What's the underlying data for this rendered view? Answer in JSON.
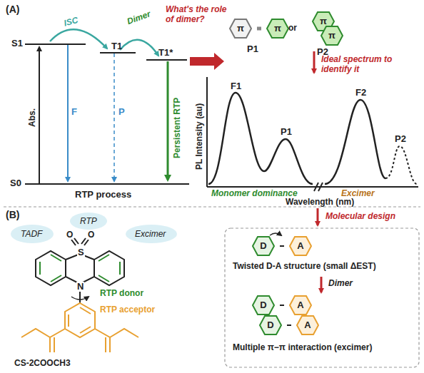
{
  "diagram": {
    "nodes": [
      {
        "text": [
          "D"
        ]
      },
      {
        "text": [
          "A"
        ]
      },
      {
        "text": [
          "D"
        ]
      },
      {
        "text": [
          "A"
        ]
      },
      {
        "text": [
          "D"
        ]
      },
      {
        "text": [
          "A"
        ]
      },
      {
        "text": [
          "π"
        ]
      },
      {
        "text": [
          "π"
        ]
      },
      {
        "text": [
          "π"
        ]
      },
      {
        "text": [
          "π"
        ]
      }
    ],
    "edges": [
      {
        "from": 0,
        "to": 1,
        "arrow": "none"
      },
      {
        "from": 2,
        "to": 3,
        "arrow": "none"
      },
      {
        "from": 4,
        "to": 5,
        "arrow": "none"
      },
      {
        "from": 6,
        "to": 7,
        "arrow": "none"
      }
    ],
    "labels": [
      "(A)",
      "S1",
      "ISC",
      "Dimer",
      "T1",
      "T1*",
      "Abs.",
      "F",
      "P",
      "Persistent RTP",
      "S0",
      "RTP process",
      "What's the role of dimer?",
      "or",
      "P1",
      "P2",
      "Ideal spectrum to identify it",
      "PL Intensity (au)",
      "F1",
      "P1",
      "F2",
      "P2",
      "Monomer dominance",
      "Wavelength (nm)",
      "Excimer",
      "(B)",
      "Molecular design",
      "TADF",
      "RTP",
      "Excimer",
      "S",
      "O",
      "O",
      "N",
      "RTP donor",
      "RTP acceptor",
      "CS-2COOCH3",
      "Twisted D-A structure (small ΔEST)",
      "Dimer",
      "Multiple π−π interaction (excimer)"
    ]
  }
}
